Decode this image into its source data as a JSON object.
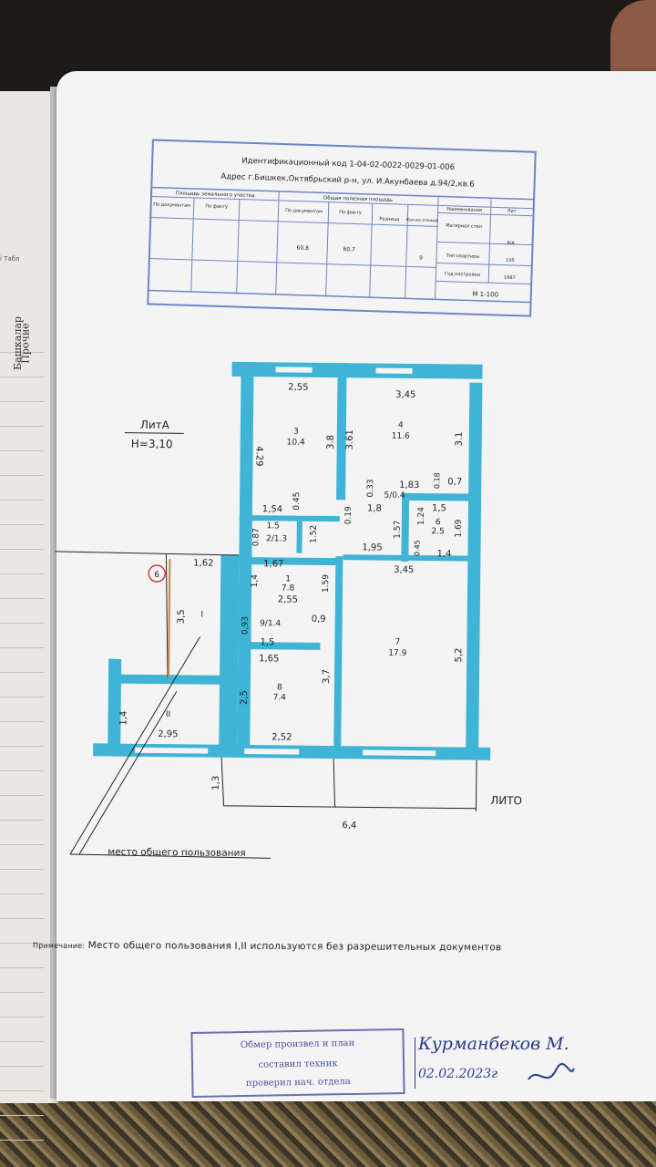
{
  "left_book": {
    "tab": "i Табл",
    "vertical_1": "Башкалар",
    "vertical_2": "Прочие"
  },
  "header": {
    "id_code": "Идентификационный код 1-04-02-0022-0029-01-006",
    "address": "Адрес г.Бишкек,Октябрьский р-н, ул. И.Акунбаева д.94/2,кв.6",
    "col_land_area": "Площадь земельного участка",
    "col_land_doc": "По документам",
    "col_land_fact": "По факту",
    "col_total_area": "Общая полезная площадь",
    "col_total_doc": "По документам",
    "col_total_fact": "По факту",
    "col_diff": "Разница",
    "col_floors": "Кол-во этажей",
    "col_wall": "Материал стен",
    "col_name": "Наименование",
    "col_lit": "Лит",
    "col_type": "Тип квартиры",
    "col_year": "Год постройки",
    "val_total_doc": "60.8",
    "val_total_fact": "60.7",
    "val_floors": "9",
    "val_lit": "А/А",
    "val_type": "105",
    "val_year": "1987",
    "scale": "М 1-100"
  },
  "plan": {
    "lit_label": "ЛитА",
    "height": "H=3,10",
    "lit_o": "ЛИТО",
    "common_place": "место общего пользования",
    "rooms": {
      "r3": "3",
      "r3_area": "10.4",
      "r4": "4",
      "r4_area": "11.6",
      "r5": "5/0.4",
      "r2": "1.5",
      "r2_area": "2/1.3",
      "r1": "1",
      "r1_area": "7.8",
      "r9": "9/1.4",
      "r8": "8",
      "r8_area": "7.4",
      "r7": "7",
      "r7_area": "17.9",
      "r6": "6",
      "r6_area": "2.5",
      "rI": "I",
      "rII": "II",
      "circle": "6"
    },
    "dims": {
      "d255top": "2,55",
      "d345top": "3,45",
      "d429": "4.29",
      "d38": "3.8",
      "d361": "3.61",
      "d31": "3.1",
      "d033": "0.33",
      "d183": "1,83",
      "d018": "0.18",
      "d07": "0,7",
      "d045a": "0.45",
      "d154": "1,54",
      "d019": "0.19",
      "d18": "1,8",
      "d157": "1.57",
      "d124": "1.24",
      "d15b": "1,5",
      "d169": "1.69",
      "d087": "0.87",
      "d152": "1.52",
      "d195": "1,95",
      "d045b": "0.45",
      "d14a": "1,4",
      "d162": "1,62",
      "d167": "1,67",
      "d345mid": "3,45",
      "d14b": "1,4",
      "d159": "1.59",
      "d35": "3,5",
      "d255mid": "2,55",
      "d09": "0,9",
      "d093": "0,93",
      "d15c": "1,5",
      "d165": "1,65",
      "d52": "5,2",
      "d37": "3,7",
      "d25": "2,5",
      "d14c": "1,4",
      "d295": "2,95",
      "d252": "2,52",
      "d13": "1,3",
      "d64": "6,4"
    }
  },
  "note_label": "Примечание:",
  "note_text": "Место общего пользования I,II используются без разрешительных документов",
  "stamp": {
    "line1": "Обмер произвел и план",
    "line2": "составил техник",
    "line3": "проверил нач. отдела"
  },
  "signature": {
    "name": "Курманбеков М.",
    "date": "02.02.2023г"
  }
}
